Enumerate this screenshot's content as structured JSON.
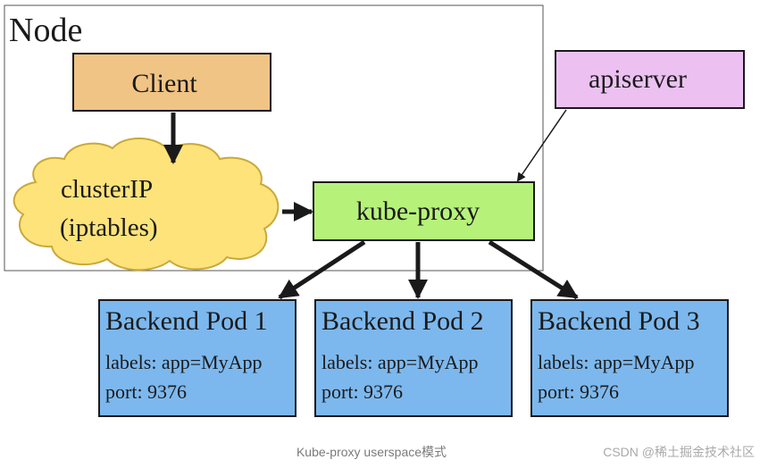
{
  "diagram": {
    "node_label": "Node",
    "client_label": "Client",
    "cluster_ip_line1": "clusterIP",
    "cluster_ip_line2": "(iptables)",
    "kube_proxy_label": "kube-proxy",
    "apiserver_label": "apiserver",
    "pods": [
      {
        "title": "Backend Pod 1",
        "labels": "labels: app=MyApp",
        "port": "port: 9376"
      },
      {
        "title": "Backend Pod 2",
        "labels": "labels: app=MyApp",
        "port": "port: 9376"
      },
      {
        "title": "Backend Pod 3",
        "labels": "labels: app=MyApp",
        "port": "port: 9376"
      }
    ]
  },
  "caption": "Kube-proxy userspace模式",
  "watermark": "CSDN @稀土掘金技术社区",
  "colors": {
    "client_fill": "#f0c484",
    "cloud_fill": "#fde37a",
    "cloud_stroke": "#c9a93a",
    "kube_proxy_fill": "#b6f27a",
    "apiserver_fill": "#ecc1f2",
    "pod_fill": "#7cb8ee",
    "stroke": "#1a1a1a"
  }
}
